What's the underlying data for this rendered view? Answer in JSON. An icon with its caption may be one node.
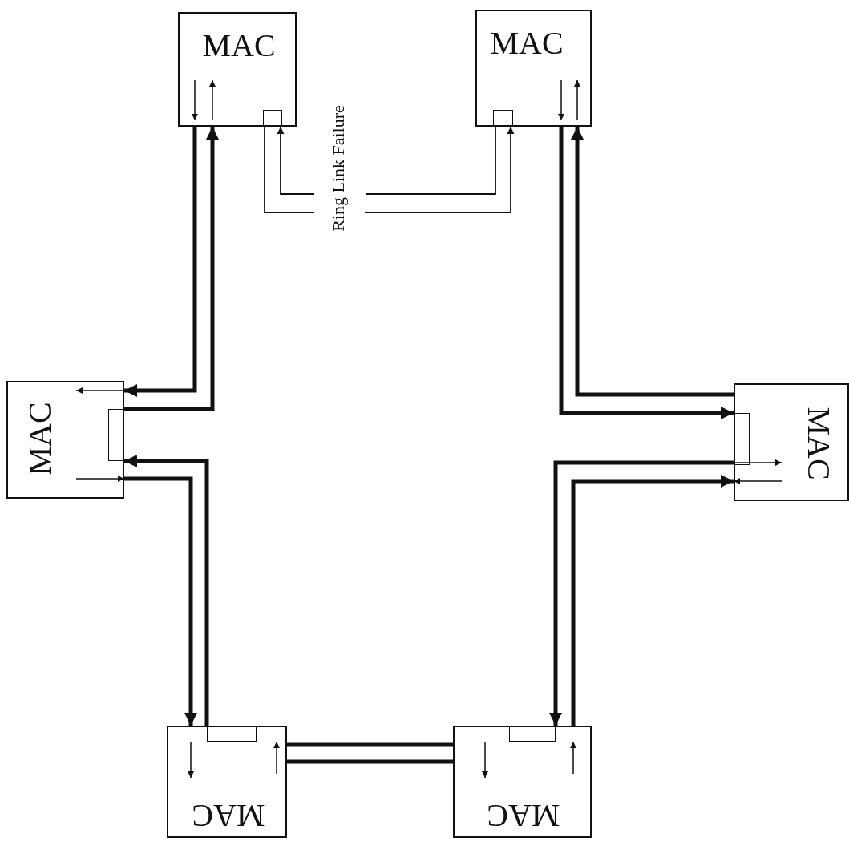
{
  "diagram": {
    "nodes": [
      {
        "text": [
          "MAC"
        ]
      },
      {
        "text": [
          "MAC"
        ]
      },
      {
        "text": [
          "MAC"
        ]
      },
      {
        "text": [
          "MAC"
        ]
      },
      {
        "text": [
          "MAC"
        ]
      },
      {
        "text": [
          "MAC"
        ]
      }
    ],
    "edges": [
      {
        "from": 0,
        "to": 2,
        "arrow": "to"
      },
      {
        "from": 2,
        "to": 0,
        "arrow": "to"
      },
      {
        "from": 4,
        "to": 2,
        "arrow": "to"
      },
      {
        "from": 2,
        "to": 4,
        "arrow": "to"
      },
      {
        "from": 4,
        "to": 5,
        "arrow": "to"
      },
      {
        "from": 5,
        "to": 4,
        "arrow": "to"
      },
      {
        "from": 3,
        "to": 5,
        "arrow": "to"
      },
      {
        "from": 5,
        "to": 3,
        "arrow": "to"
      },
      {
        "from": 3,
        "to": 1,
        "arrow": "to"
      },
      {
        "from": 1,
        "to": 3,
        "arrow": "to"
      },
      {
        "from": null,
        "to": 0,
        "arrow": "to"
      },
      {
        "from": 0,
        "to": null,
        "arrow": "none"
      },
      {
        "from": 1,
        "to": null,
        "arrow": "none"
      },
      {
        "from": null,
        "to": 1,
        "arrow": "to"
      }
    ],
    "labels": [
      "Ring Link Failure"
    ]
  }
}
